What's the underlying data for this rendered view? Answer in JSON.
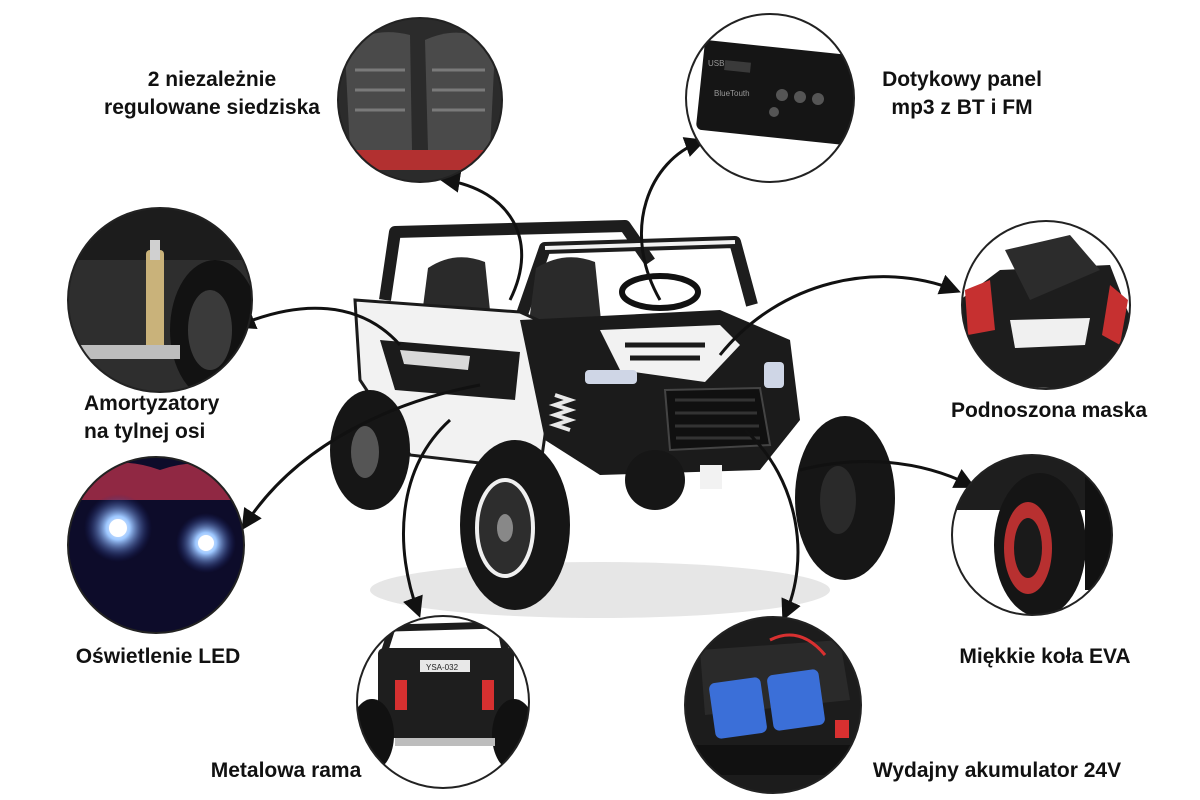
{
  "features": {
    "seats": "2 niezależnie regulowane siedziska",
    "seats_line1": "2 niezależnie",
    "seats_line2": "regulowane siedziska",
    "mp3_line1": "Dotykowy panel",
    "mp3_line2": "mp3 z BT i FM",
    "shock_line1": "Amortyzatory",
    "shock_line2": "na tylnej osi",
    "hood": "Podnoszona maska",
    "led": "Oświetlenie LED",
    "wheels": "Miękkie koła EVA",
    "frame": "Metalowa rama",
    "battery": "Wydajny akumulator 24V"
  },
  "panel": {
    "usb": "USB",
    "bluetooth": "BlueTouth"
  },
  "vehicle": {
    "rear_plate": "YSA-032"
  },
  "colors": {
    "body_white": "#f2f2f2",
    "body_black": "#1b1b1b",
    "accent_red": "#d8262c",
    "battery_blue": "#3b6fd8",
    "led_blue": "#7fb3ff"
  }
}
